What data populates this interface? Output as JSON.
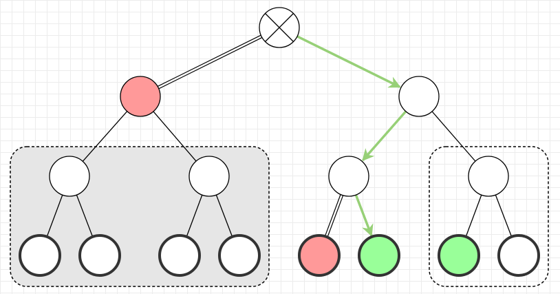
{
  "colors": {
    "background": "#ffffff",
    "grid_line": "#ececec",
    "node_fill": "#ffffff",
    "node_stroke": "#000000",
    "leaf_stroke": "#333333",
    "red_fill": "#ff9999",
    "green_fill": "#99ff99",
    "highlight_edge": "#97d077",
    "group_fill": "#e6e6e6",
    "group_stroke": "#000000"
  },
  "icons": {
    "root_symbol": "circled-x-icon"
  },
  "tree": {
    "root": {
      "name": "root-node",
      "symbol": "cross"
    },
    "nodes": [
      {
        "name": "node-left",
        "fill": "red"
      },
      {
        "name": "node-right",
        "fill": "white"
      },
      {
        "name": "node-left-left",
        "fill": "white"
      },
      {
        "name": "node-left-right",
        "fill": "white"
      },
      {
        "name": "node-right-left",
        "fill": "white"
      },
      {
        "name": "node-right-right",
        "fill": "white"
      },
      {
        "name": "leaf-1",
        "fill": "white"
      },
      {
        "name": "leaf-2",
        "fill": "white"
      },
      {
        "name": "leaf-3",
        "fill": "white"
      },
      {
        "name": "leaf-4",
        "fill": "white"
      },
      {
        "name": "leaf-5",
        "fill": "red"
      },
      {
        "name": "leaf-6",
        "fill": "green"
      },
      {
        "name": "leaf-7",
        "fill": "green"
      },
      {
        "name": "leaf-8",
        "fill": "white"
      }
    ],
    "edges": [
      {
        "name": "edge-root-left",
        "style": "double"
      },
      {
        "name": "edge-root-right",
        "style": "green-arrow"
      },
      {
        "name": "edge-left-ll",
        "style": "plain"
      },
      {
        "name": "edge-left-lr",
        "style": "plain"
      },
      {
        "name": "edge-right-rl",
        "style": "green-arrow"
      },
      {
        "name": "edge-right-rr",
        "style": "plain"
      },
      {
        "name": "edge-ll-leaf1",
        "style": "plain"
      },
      {
        "name": "edge-ll-leaf2",
        "style": "plain"
      },
      {
        "name": "edge-lr-leaf3",
        "style": "plain"
      },
      {
        "name": "edge-lr-leaf4",
        "style": "plain"
      },
      {
        "name": "edge-rl-leaf5",
        "style": "double"
      },
      {
        "name": "edge-rl-leaf6",
        "style": "green-arrow"
      },
      {
        "name": "edge-rr-leaf7",
        "style": "plain"
      },
      {
        "name": "edge-rr-leaf8",
        "style": "plain"
      }
    ],
    "groups": [
      {
        "name": "left-subtree-group",
        "shaded": true
      },
      {
        "name": "right-subtree-group",
        "shaded": false
      }
    ]
  }
}
